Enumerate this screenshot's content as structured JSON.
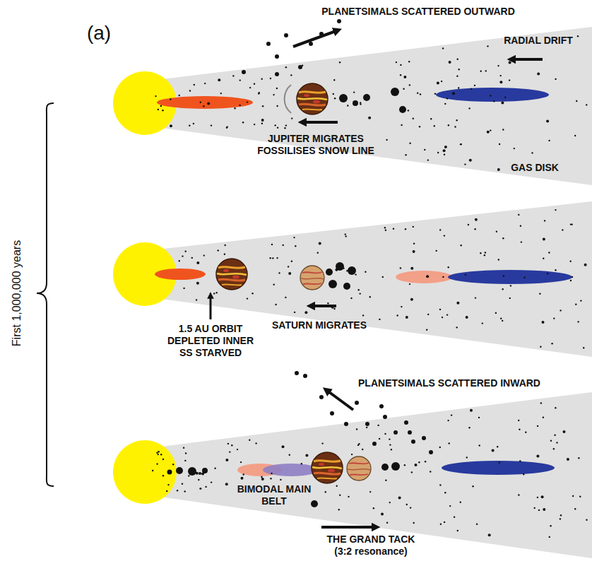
{
  "diagram": {
    "labels": [
      "(a)",
      "PLANETSIMALS SCATTERED OUTWARD",
      "RADIAL DRIFT",
      "GAS DISK",
      "JUPITER MIGRATES FOSSILISES SNOW LINE",
      "First 1,000,000 years",
      "1.5 AU ORBIT DEPLETED INNER SS STARVED",
      "SATURN MIGRATES",
      "PLANETSIMALS SCATTERED INWARD",
      "BIMODAL MAIN BELT",
      "THE GRAND TACK (3:2 resonance)"
    ]
  }
}
